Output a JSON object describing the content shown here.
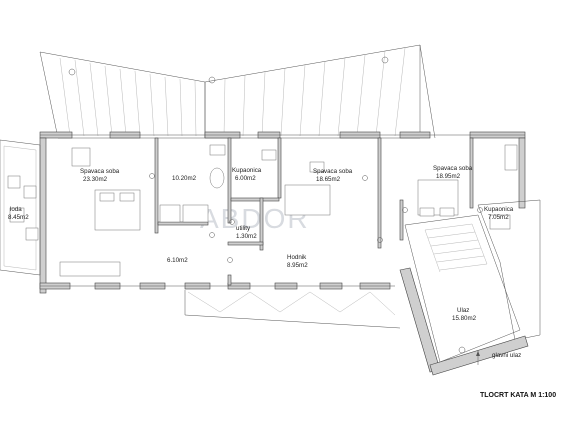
{
  "watermark": "ABDOR",
  "rooms": [
    {
      "id": "bed1",
      "name": "Spavaca soba",
      "area": "23.30m2"
    },
    {
      "id": "room2",
      "name": "",
      "area": "10.20m2"
    },
    {
      "id": "bath1",
      "name": "Kupaonica",
      "area": "6.00m2"
    },
    {
      "id": "bed2",
      "name": "Spavaca soba",
      "area": "18.65m2"
    },
    {
      "id": "bed3",
      "name": "Spavaca soba",
      "area": "18.95m2"
    },
    {
      "id": "bath2",
      "name": "Kupaonica",
      "area": "7.05m2"
    },
    {
      "id": "loggia",
      "name": "loda",
      "area": "8.45m2"
    },
    {
      "id": "utility",
      "name": "utility",
      "area": "1.30m2"
    },
    {
      "id": "room6",
      "name": "",
      "area": "6.10m2"
    },
    {
      "id": "hall",
      "name": "Hodnik",
      "area": "8.95m2"
    },
    {
      "id": "entry",
      "name": "Ulaz",
      "area": "15.80m2"
    }
  ],
  "entrance_label": "glavni ulaz",
  "plan_title": "TLOCRT KATA M 1:100"
}
